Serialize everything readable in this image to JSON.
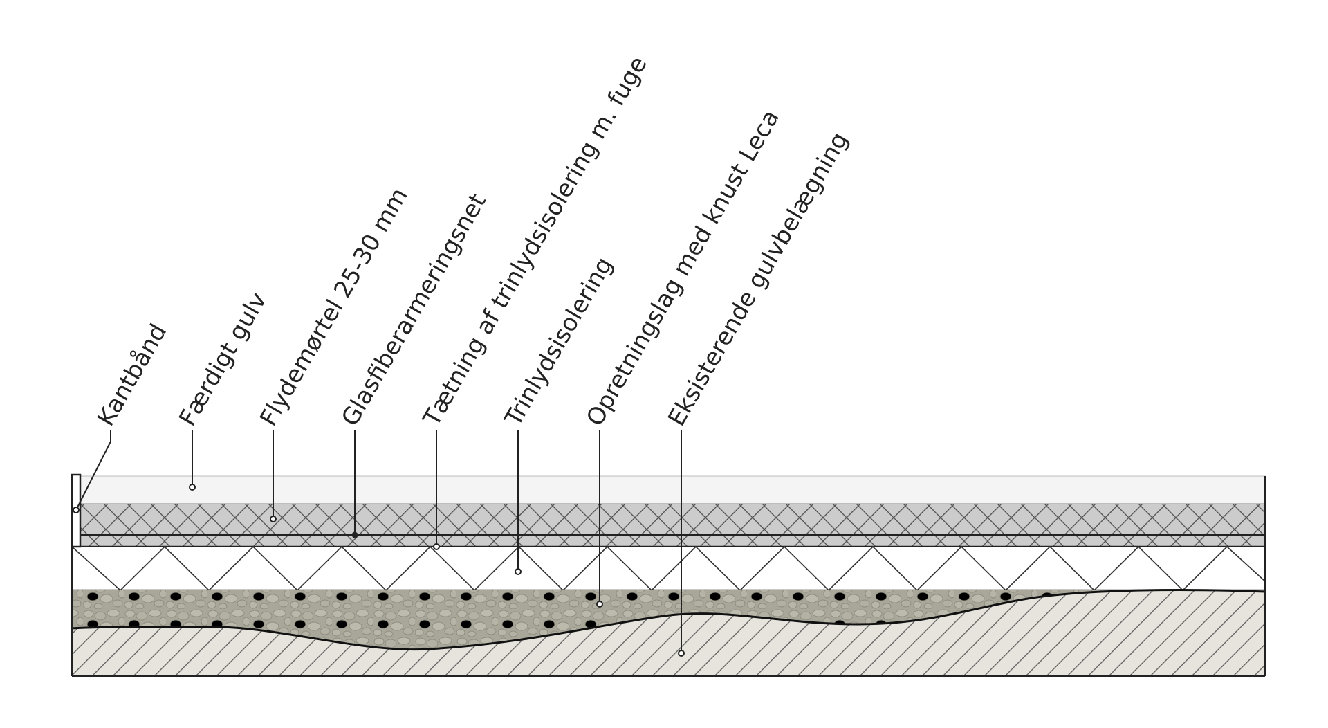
{
  "labels": [
    {
      "id": "kantbaand",
      "text": "Kantbånd"
    },
    {
      "id": "faerdigt-gulv",
      "text": "Færdigt gulv"
    },
    {
      "id": "flydemoertel",
      "text": "Flydemørtel 25-30 mm"
    },
    {
      "id": "glasfiber",
      "text": "Glasfiberarmeringsnet"
    },
    {
      "id": "taetning",
      "text": "Tætning af trinlydsisolering m. fuge"
    },
    {
      "id": "trinlyd",
      "text": "Trinlydsisolering"
    },
    {
      "id": "opretning",
      "text": "Opretningslag med knust Leca"
    },
    {
      "id": "eksisterende",
      "text": "Eksisterende gulvbelægning"
    }
  ],
  "colors": {
    "finished_floor": "#f4f4f4",
    "screed": "#cccccc",
    "insulation": "#ffffff",
    "leca": "#a9a79a",
    "existing": "#e6e4dd",
    "lines": "#222222"
  }
}
